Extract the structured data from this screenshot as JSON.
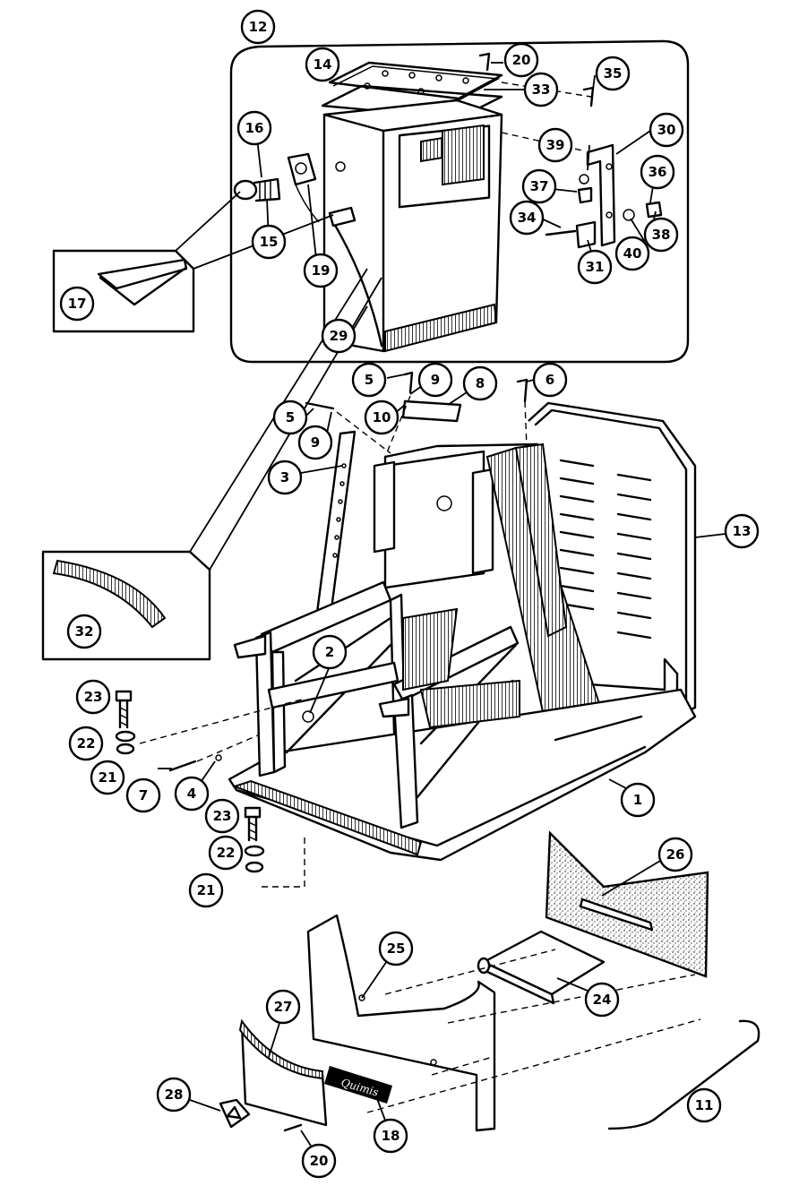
{
  "callouts": [
    {
      "key": "c1",
      "label": "1"
    },
    {
      "key": "c2",
      "label": "2"
    },
    {
      "key": "c3",
      "label": "3"
    },
    {
      "key": "c4",
      "label": "4"
    },
    {
      "key": "c5a",
      "label": "5"
    },
    {
      "key": "c5b",
      "label": "5"
    },
    {
      "key": "c6",
      "label": "6"
    },
    {
      "key": "c7",
      "label": "7"
    },
    {
      "key": "c8",
      "label": "8"
    },
    {
      "key": "c9a",
      "label": "9"
    },
    {
      "key": "c9b",
      "label": "9"
    },
    {
      "key": "c10",
      "label": "10"
    },
    {
      "key": "c11",
      "label": "11"
    },
    {
      "key": "c12",
      "label": "12"
    },
    {
      "key": "c13",
      "label": "13"
    },
    {
      "key": "c14",
      "label": "14"
    },
    {
      "key": "c15",
      "label": "15"
    },
    {
      "key": "c16",
      "label": "16"
    },
    {
      "key": "c17",
      "label": "17"
    },
    {
      "key": "c18",
      "label": "18"
    },
    {
      "key": "c19",
      "label": "19"
    },
    {
      "key": "c20a",
      "label": "20"
    },
    {
      "key": "c20b",
      "label": "20"
    },
    {
      "key": "c21a",
      "label": "21"
    },
    {
      "key": "c21b",
      "label": "21"
    },
    {
      "key": "c22a",
      "label": "22"
    },
    {
      "key": "c22b",
      "label": "22"
    },
    {
      "key": "c23a",
      "label": "23"
    },
    {
      "key": "c23b",
      "label": "23"
    },
    {
      "key": "c24",
      "label": "24"
    },
    {
      "key": "c25",
      "label": "25"
    },
    {
      "key": "c26",
      "label": "26"
    },
    {
      "key": "c27",
      "label": "27"
    },
    {
      "key": "c28",
      "label": "28"
    },
    {
      "key": "c29",
      "label": "29"
    },
    {
      "key": "c30",
      "label": "30"
    },
    {
      "key": "c31",
      "label": "31"
    },
    {
      "key": "c32",
      "label": "32"
    },
    {
      "key": "c33",
      "label": "33"
    },
    {
      "key": "c34",
      "label": "34"
    },
    {
      "key": "c35",
      "label": "35"
    },
    {
      "key": "c36",
      "label": "36"
    },
    {
      "key": "c37",
      "label": "37"
    },
    {
      "key": "c38",
      "label": "38"
    },
    {
      "key": "c39",
      "label": "39"
    },
    {
      "key": "c40",
      "label": "40"
    }
  ],
  "nameplate_text": "Quimis"
}
